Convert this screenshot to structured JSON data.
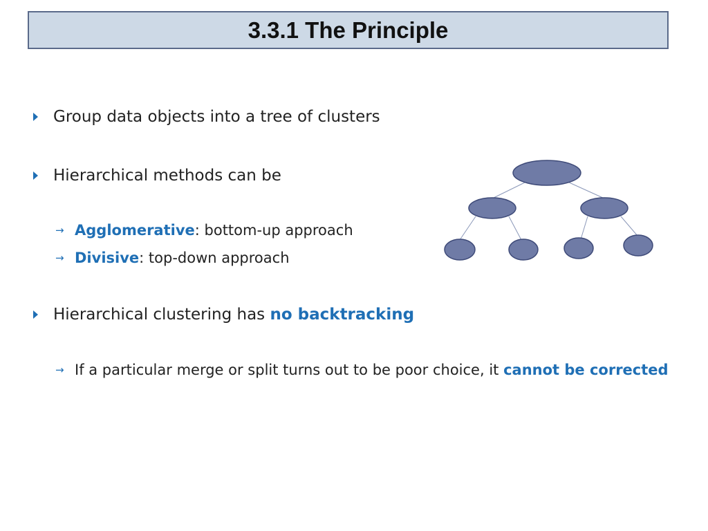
{
  "slide": {
    "title": "3.3.1 The Principle",
    "bullets": [
      {
        "text": "Group data objects into a tree of clusters"
      },
      {
        "text": "Hierarchical methods can be"
      },
      {
        "text_before": "Hierarchical clustering has ",
        "highlight": "no backtracking"
      }
    ],
    "sub_bullets": [
      {
        "term": "Agglomerative",
        "rest": ": bottom-up approach"
      },
      {
        "term": "Divisive",
        "rest": ": top-down approach"
      },
      {
        "text_before": "If a particular merge or split turns out to be poor choice, it ",
        "highlight": "cannot be corrected"
      }
    ]
  },
  "tree_diagram": {
    "node_fill": "#6f7ba6",
    "node_stroke": "#3e4a78",
    "edge_color": "#8a97b8"
  },
  "colors": {
    "accent": "#1f6fb5",
    "title_bg": "#cdd9e6"
  }
}
